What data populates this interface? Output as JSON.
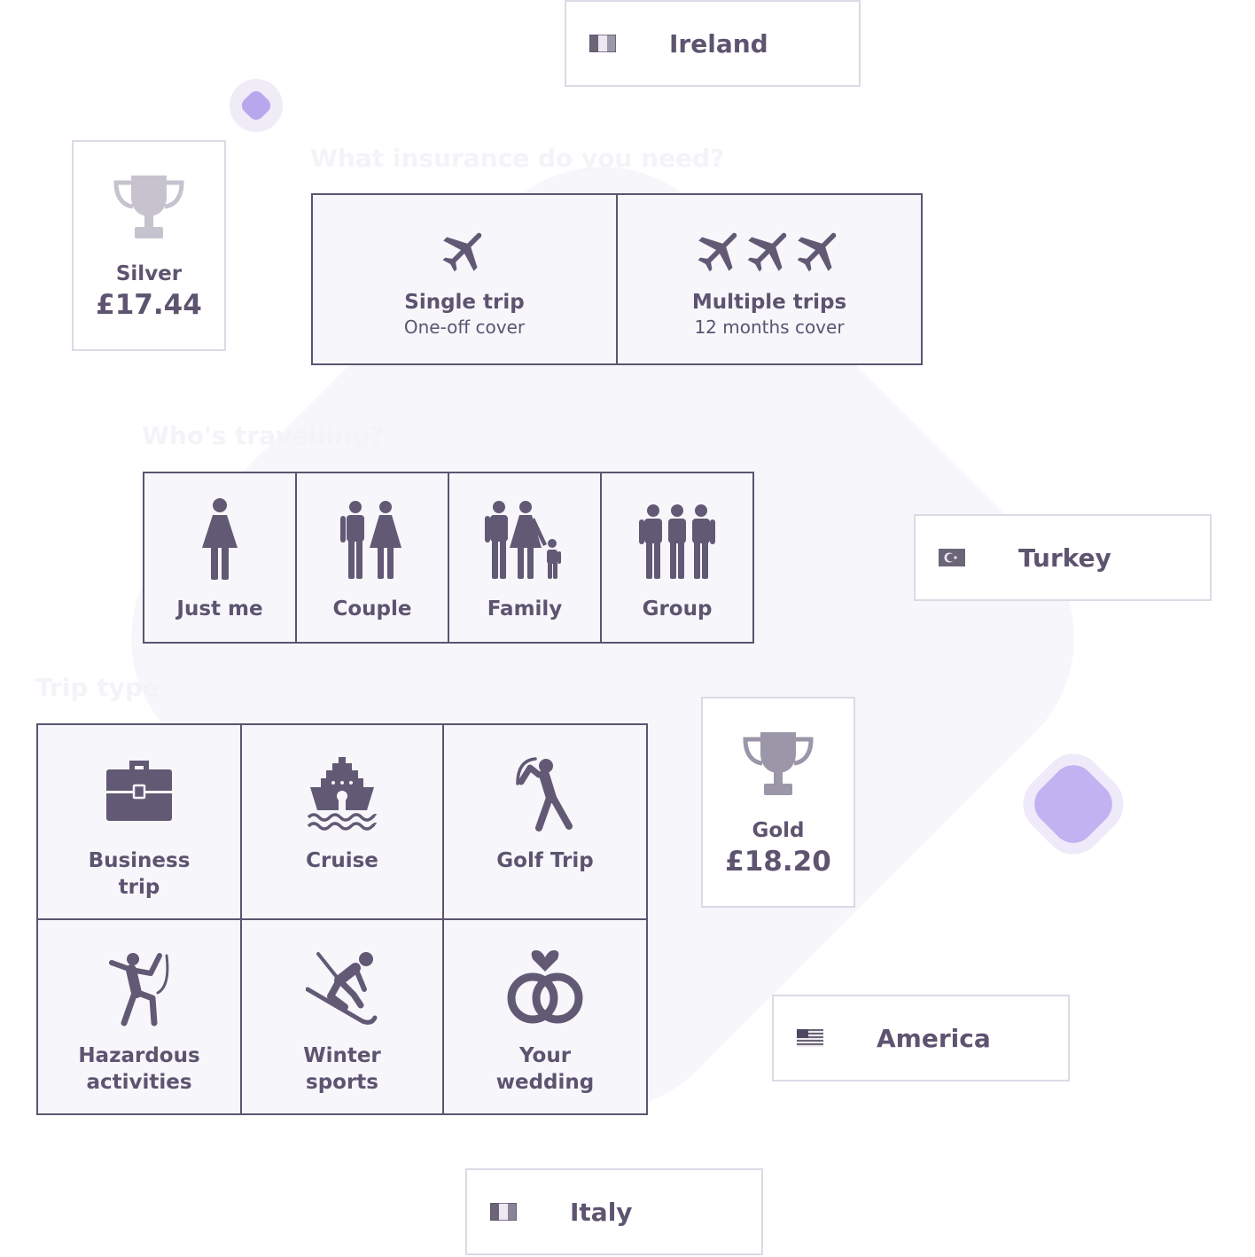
{
  "colors": {
    "text": "#5d5470",
    "icon": "#625a74",
    "tile_background": "#f7f6fb",
    "card_border": "#dcdae6",
    "grid_border": "#5d5470",
    "silver_trophy": "#c6c3cf",
    "gold_trophy": "#9c96a9",
    "accent": "#b9a7ee"
  },
  "headings": {
    "insurance": "What insurance do you need?",
    "travelling": "Who's travelling?",
    "trip_type": "Trip type"
  },
  "insurance_options": [
    {
      "label": "Single trip",
      "sublabel": "One-off cover",
      "icon": "airplane-icon"
    },
    {
      "label": "Multiple trips",
      "sublabel": "12 months cover",
      "icon": "three-airplanes-icon"
    }
  ],
  "traveller_options": [
    {
      "label": "Just me",
      "icon": "single-person-icon"
    },
    {
      "label": "Couple",
      "icon": "couple-icon"
    },
    {
      "label": "Family",
      "icon": "family-icon"
    },
    {
      "label": "Group",
      "icon": "group-icon"
    }
  ],
  "trip_type_options": [
    {
      "label": "Business\ntrip",
      "icon": "briefcase-icon"
    },
    {
      "label": "Cruise",
      "icon": "cruise-ship-icon"
    },
    {
      "label": "Golf Trip",
      "icon": "golfer-icon"
    },
    {
      "label": "Hazardous\nactivities",
      "icon": "climber-icon"
    },
    {
      "label": "Winter\nsports",
      "icon": "skier-icon"
    },
    {
      "label": "Your\nwedding",
      "icon": "wedding-rings-icon"
    }
  ],
  "plans": {
    "silver": {
      "name": "Silver",
      "price": "£17.44",
      "icon": "silver-trophy-icon"
    },
    "gold": {
      "name": "Gold",
      "price": "£18.20",
      "icon": "gold-trophy-icon"
    }
  },
  "destinations": {
    "ireland": {
      "name": "Ireland",
      "icon": "ireland-flag-icon"
    },
    "turkey": {
      "name": "Turkey",
      "icon": "turkey-flag-icon"
    },
    "america": {
      "name": "America",
      "icon": "usa-flag-icon"
    },
    "italy": {
      "name": "Italy",
      "icon": "italy-flag-icon"
    }
  }
}
